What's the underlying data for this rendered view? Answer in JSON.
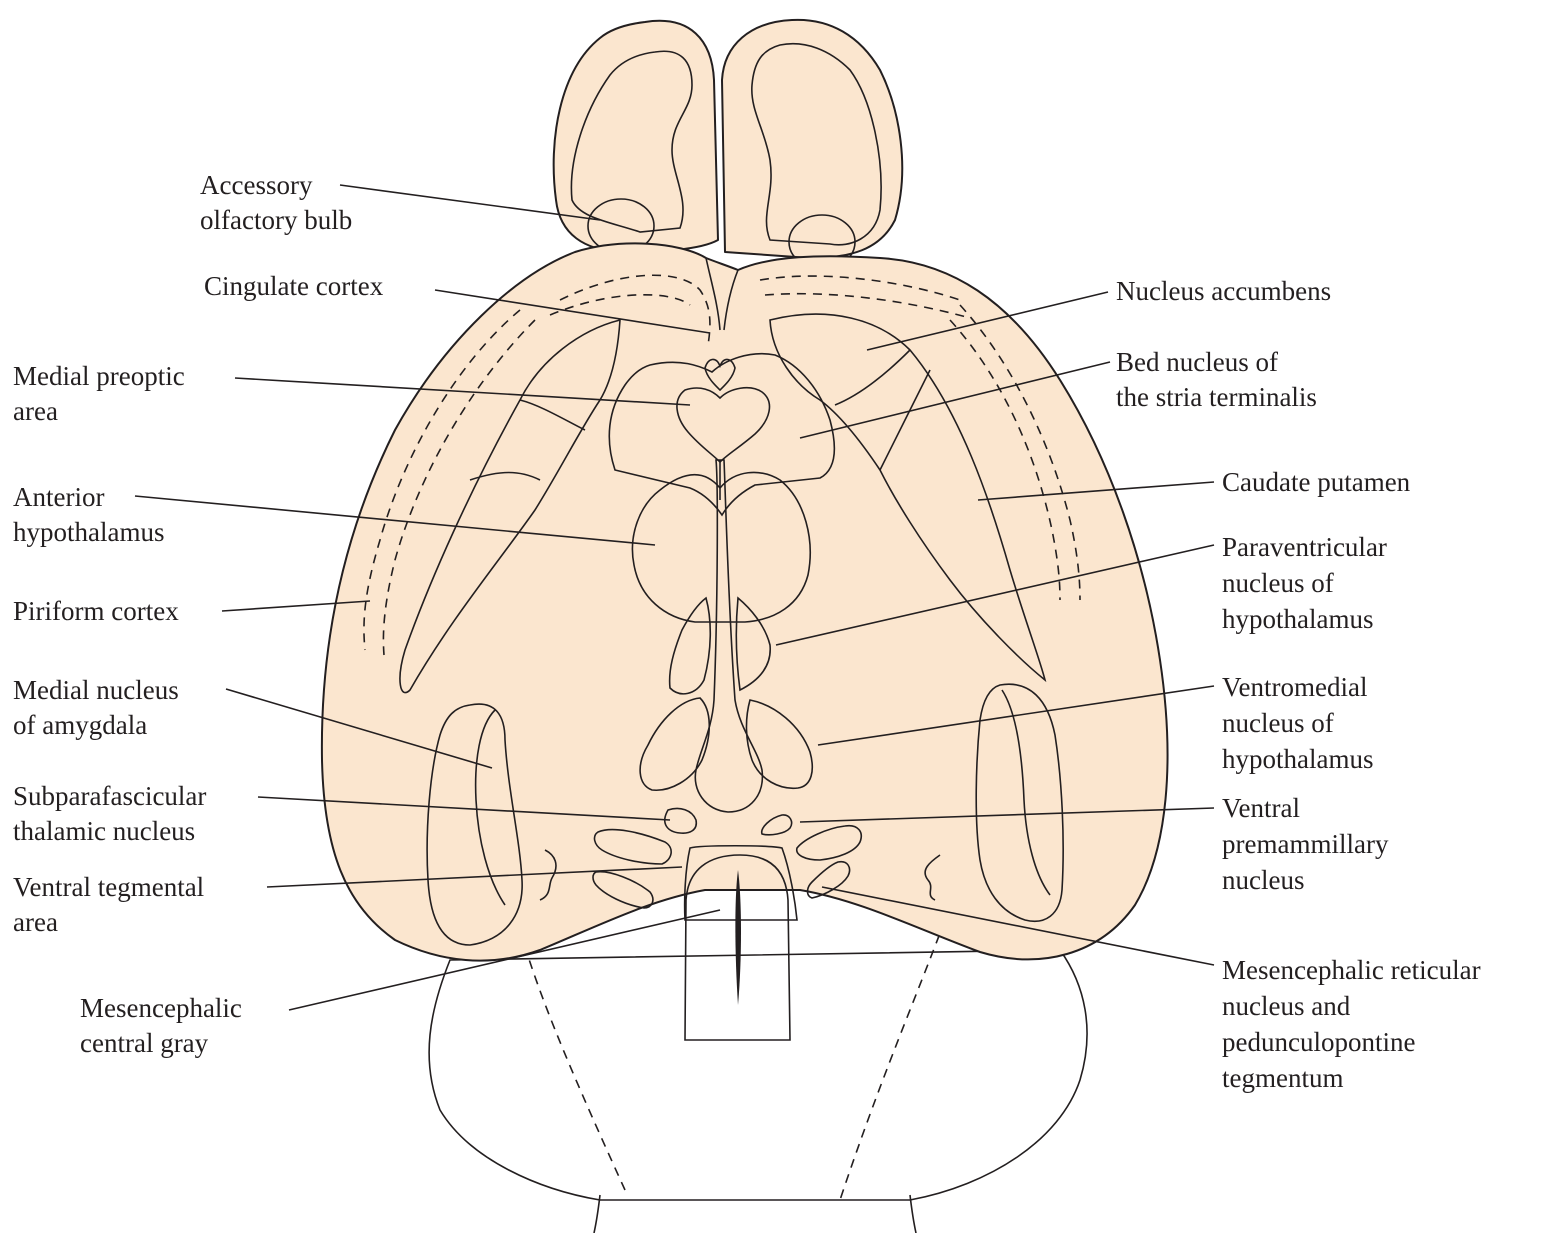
{
  "colors": {
    "tissue": "#fbe6cf",
    "olfactory_main": "#b7dedb",
    "accessory_olfactory": "#de9494",
    "striatum": "#d8cbb4",
    "bed_nucleus": "#ecea9c",
    "medial_preoptic": "#d5b4be",
    "hypothalamus_red": "#cf6467",
    "ventricle_gray": "#cdcdcf",
    "amygdala_orange": "#f5c98c",
    "teal": "#007f78",
    "line": "#231f20"
  },
  "labels": {
    "accessory_olfactory_bulb": [
      "Accessory",
      "olfactory bulb"
    ],
    "cingulate_cortex": [
      "Cingulate cortex"
    ],
    "medial_preoptic_area": [
      "Medial preoptic",
      "area"
    ],
    "anterior_hypothalamus": [
      "Anterior",
      "hypothalamus"
    ],
    "piriform_cortex": [
      "Piriform cortex"
    ],
    "medial_nucleus_amygdala": [
      "Medial nucleus",
      "of amygdala"
    ],
    "subparafascicular": [
      "Subparafascicular",
      "thalamic nucleus"
    ],
    "ventral_tegmental_area": [
      "Ventral tegmental",
      "area"
    ],
    "mesencephalic_central_gray": [
      "Mesencephalic",
      "central gray"
    ],
    "nucleus_accumbens": [
      "Nucleus accumbens"
    ],
    "bed_nucleus": [
      "Bed nucleus of",
      "the stria terminalis"
    ],
    "caudate_putamen": [
      "Caudate putamen"
    ],
    "paraventricular": [
      "Paraventricular",
      "nucleus of",
      "hypothalamus"
    ],
    "ventromedial": [
      "Ventromedial",
      "nucleus of",
      "hypothalamus"
    ],
    "ventral_premammillary": [
      "Ventral",
      "premammillary",
      "nucleus"
    ],
    "mesencephalic_reticular": [
      "Mesencephalic reticular",
      "nucleus and",
      "pedunculopontine",
      "tegmentum"
    ]
  }
}
